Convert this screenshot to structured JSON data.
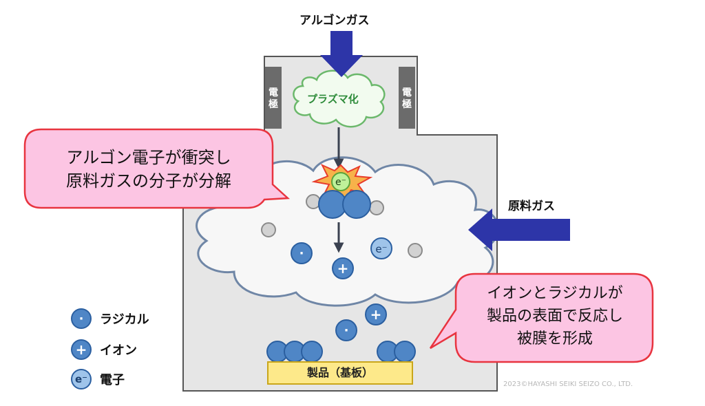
{
  "argon_gas_label": "アルゴンガス",
  "plasma_label": "プラズマ化",
  "electrode_left": "電\n極",
  "electrode_right": "電\n極",
  "raw_gas_label": "原料ガス",
  "bubble_left": "アルゴン電子が衝突し\n原料ガスの分子が分解",
  "bubble_right": "イオンとラジカルが\n製品の表面で反応し\n被膜を形成",
  "product_label": "製品（基板）",
  "legend": [
    {
      "icon": "radical-icon",
      "symbol": "·",
      "label": "ラジカル"
    },
    {
      "icon": "ion-icon",
      "symbol": "+",
      "label": "イオン"
    },
    {
      "icon": "electron-icon",
      "symbol": "e⁻",
      "label": "電子"
    }
  ],
  "particle_symbols": {
    "radical": "·",
    "ion": "+",
    "electron": "e⁻"
  },
  "copyright": "2023©HAYASHI SEIKI SEIZO CO., LTD.",
  "colors": {
    "arrow_blue": "#2d35a8",
    "bubble_fill": "#fcc5e3",
    "bubble_border": "#e8343f",
    "chamber": "#e6e6e6",
    "electrode": "#6b6b6b",
    "plasma_green": "#2e8b3a",
    "particle_blue": "#4f86c6",
    "product_yellow": "#fde98a"
  }
}
